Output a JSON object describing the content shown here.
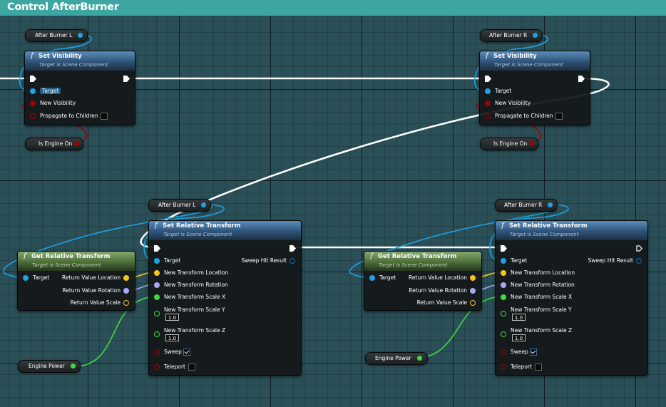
{
  "title": "Control AfterBurner",
  "colors": {
    "exec": "#ffffff",
    "object": "#1ea2e6",
    "bool": "#a20000",
    "vector": "#f4c51f",
    "rotator": "#a8aaf2",
    "float": "#3fdc3f",
    "struct": "#0b6db8"
  },
  "icons": {
    "function": "f"
  },
  "variables": {
    "afterburner_l": "After Burner L",
    "afterburner_r": "After Burner R",
    "is_engine_on": "Is Engine On",
    "engine_power": "Engine Power"
  },
  "set_visibility": {
    "title": "Set Visibility",
    "subtitle": "Target is Scene Component",
    "target": "Target",
    "new_visibility": "New Visibility",
    "propagate": "Propagate to Children"
  },
  "set_relative_transform": {
    "title": "Set Relative Transform",
    "subtitle": "Target is Scene Component",
    "target": "Target",
    "sweep_hit_result": "Sweep Hit Result",
    "new_location": "New Transform Location",
    "new_rotation": "New Transform Rotation",
    "scale_x": "New Transform Scale X",
    "scale_y": "New Transform Scale Y",
    "scale_y_value": "1.0",
    "scale_z": "New Transform Scale Z",
    "scale_z_value": "1.0",
    "sweep": "Sweep",
    "teleport": "Teleport"
  },
  "get_relative_transform": {
    "title": "Get Relative Transform",
    "subtitle": "Target is Scene Component",
    "target": "Target",
    "ret_location": "Return Value Location",
    "ret_rotation": "Return Value Rotation",
    "ret_scale": "Return Value Scale"
  }
}
